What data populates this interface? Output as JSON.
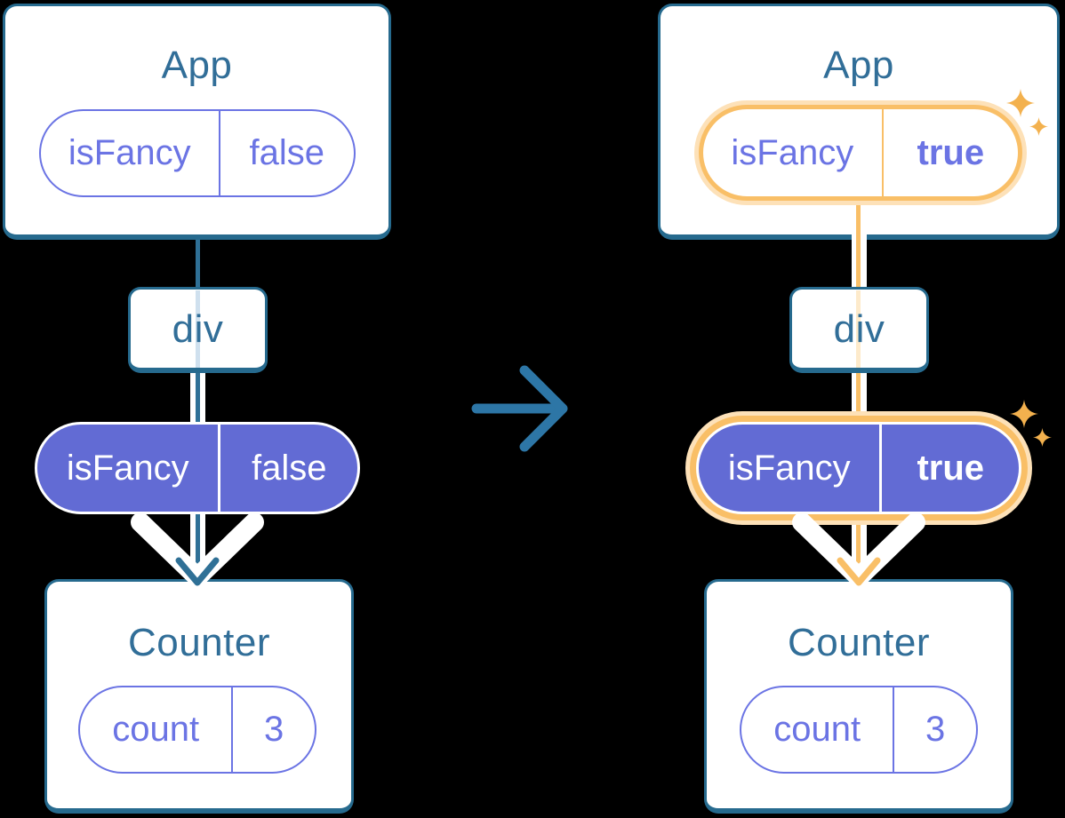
{
  "palette": {
    "bg": "#000000",
    "card_border": "#266a8e",
    "title": "#316e98",
    "purple": "#6b74e4",
    "purple_fill": "#626bd4",
    "teal_line": "#2f7096",
    "teal_line_light": "#cfe0ee",
    "arrow": "#2d76a6",
    "orange": "#f9bf67",
    "orange_halo": "#fde1b8",
    "orange_light": "#fdeacb",
    "sparkle": "#f3b14e"
  },
  "icons": {
    "transition": "right-arrow-icon",
    "highlight": "sparkle-icon",
    "flow": "down-chevron-arrow-icon"
  },
  "before": {
    "app": {
      "title": "App",
      "state_pill": {
        "name": "isFancy",
        "value": "false"
      }
    },
    "div": {
      "label": "div"
    },
    "prop_pill": {
      "name": "isFancy",
      "value": "false"
    },
    "counter": {
      "title": "Counter",
      "state_pill": {
        "name": "count",
        "value": "3"
      }
    }
  },
  "after": {
    "app": {
      "title": "App",
      "state_pill": {
        "name": "isFancy",
        "value": "true"
      }
    },
    "div": {
      "label": "div"
    },
    "prop_pill": {
      "name": "isFancy",
      "value": "true"
    },
    "counter": {
      "title": "Counter",
      "state_pill": {
        "name": "count",
        "value": "3"
      }
    }
  }
}
